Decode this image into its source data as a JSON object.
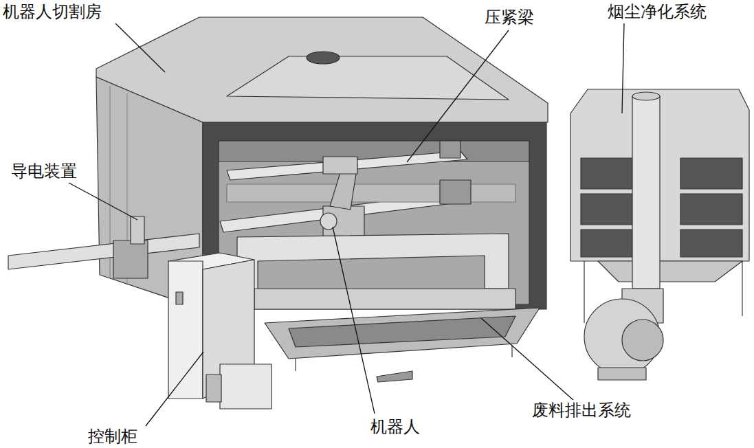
{
  "diagram": {
    "labels": [
      "机器人切割房",
      "压紧梁",
      "烟尘净化系统",
      "导电装置",
      "控制柜",
      "机器人",
      "废料排出系统"
    ]
  }
}
